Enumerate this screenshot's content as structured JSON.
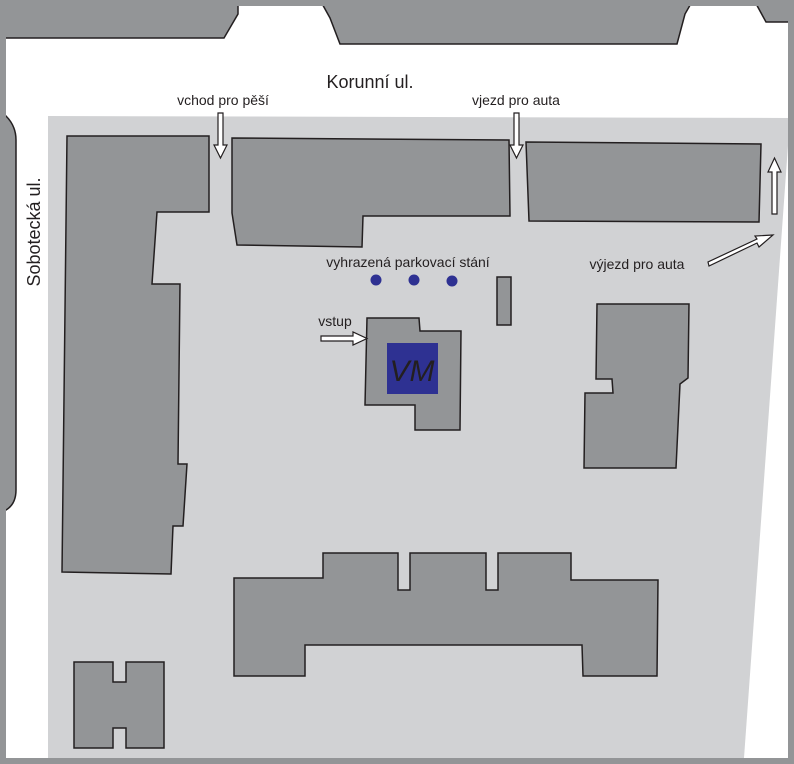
{
  "streets": {
    "north": "Korunní ul.",
    "west": "Sobotecká ul."
  },
  "labels": {
    "pedestrian_entrance": "vchod pro pěší",
    "car_entrance": "vjezd pro auta",
    "car_exit": "výjezd pro auta",
    "reserved_parking": "vyhrazená parkovací stání",
    "entry": "vstup"
  },
  "logo": {
    "text": "VM",
    "color": "#2e3192"
  },
  "colors": {
    "building": "#939597",
    "courtyard": "#d1d2d4",
    "frame": "#939597",
    "parking_dot": "#2e3192"
  },
  "parking_spaces": 3
}
